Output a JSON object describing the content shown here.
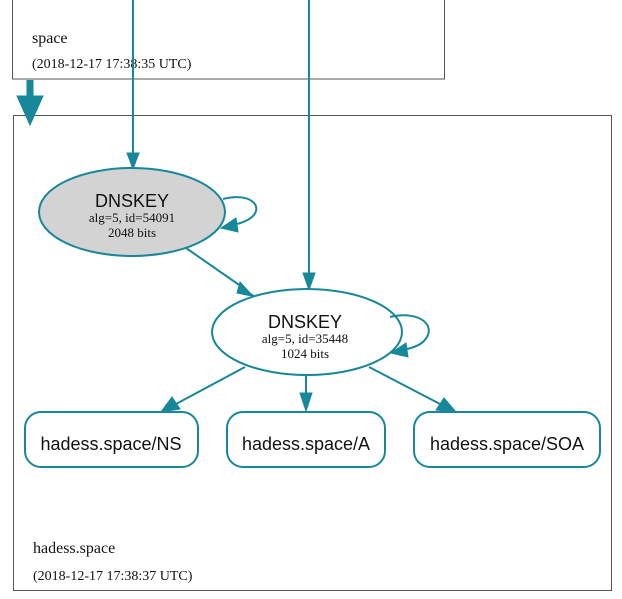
{
  "colors": {
    "edge": "#17879a",
    "cluster_border": "#555555",
    "ksk_fill": "#d3d3d3",
    "node_fill": "#ffffff"
  },
  "clusters": {
    "parent": {
      "zone": "space",
      "timestamp": "(2018-12-17 17:38:35 UTC)"
    },
    "child": {
      "zone": "hadess.space",
      "timestamp": "(2018-12-17 17:38:37 UTC)"
    }
  },
  "nodes": {
    "dnskey_ksk": {
      "title": "DNSKEY",
      "detail": "alg=5, id=54091",
      "bits": "2048 bits"
    },
    "dnskey_zsk": {
      "title": "DNSKEY",
      "detail": "alg=5, id=35448",
      "bits": "1024 bits"
    },
    "rrsets": [
      {
        "label": "hadess.space/NS"
      },
      {
        "label": "hadess.space/A"
      },
      {
        "label": "hadess.space/SOA"
      }
    ]
  },
  "edges": [
    {
      "from": "space (DS)",
      "to": "DNSKEY alg=5, id=54091"
    },
    {
      "from": "space",
      "to": "DNSKEY alg=5, id=35448"
    },
    {
      "from": "space",
      "to": "hadess.space"
    },
    {
      "from": "DNSKEY alg=5, id=54091",
      "to": "DNSKEY alg=5, id=54091",
      "self": true
    },
    {
      "from": "DNSKEY alg=5, id=54091",
      "to": "DNSKEY alg=5, id=35448"
    },
    {
      "from": "DNSKEY alg=5, id=35448",
      "to": "DNSKEY alg=5, id=35448",
      "self": true
    },
    {
      "from": "DNSKEY alg=5, id=35448",
      "to": "hadess.space/NS"
    },
    {
      "from": "DNSKEY alg=5, id=35448",
      "to": "hadess.space/A"
    },
    {
      "from": "DNSKEY alg=5, id=35448",
      "to": "hadess.space/SOA"
    }
  ]
}
